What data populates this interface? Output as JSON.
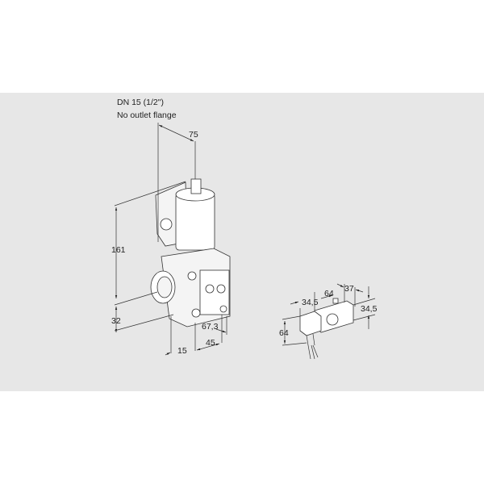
{
  "title": {
    "line1": "DN 15 (1/2\")",
    "line2": "No outlet flange"
  },
  "valve_dimensions": {
    "top_width": "75",
    "height": "161",
    "bottom": "32",
    "inlet_offset": "15",
    "depth": "45",
    "length": "67,3"
  },
  "plug_dimensions": {
    "plug_width": "34,5",
    "body_width": "64",
    "depth": "37",
    "height_right": "34,5",
    "height_left": "64"
  },
  "colors": {
    "background_band": "#e7e7e7",
    "line": "#333333"
  }
}
